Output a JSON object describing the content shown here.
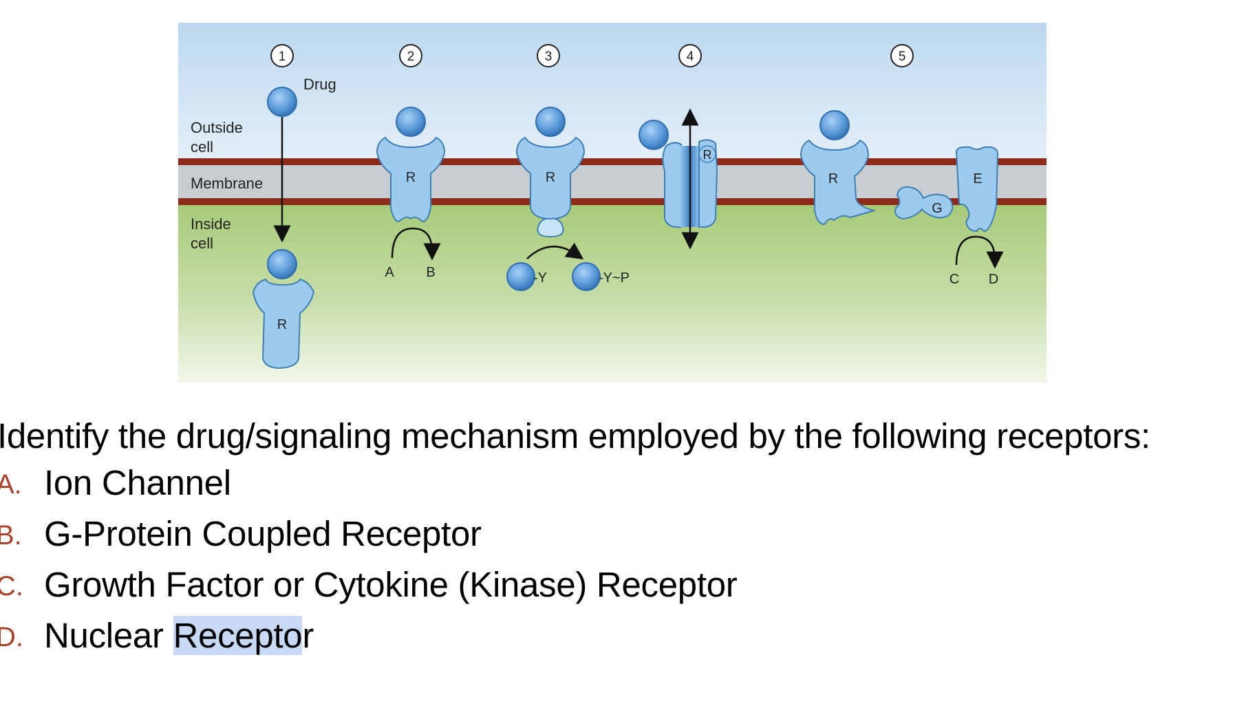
{
  "figure": {
    "step_numbers": [
      "1",
      "2",
      "3",
      "4",
      "5"
    ],
    "zone_labels": {
      "outside_line1": "Outside",
      "outside_line2": "cell",
      "membrane": "Membrane",
      "inside_line1": "Inside",
      "inside_line2": "cell"
    },
    "drug_label": "Drug",
    "receptor_label": "R",
    "effector_label": "E",
    "gprotein_label": "G",
    "substrate_a": "A",
    "substrate_b": "B",
    "substrate_c": "C",
    "substrate_d": "D",
    "tyrosine_label": "-Y",
    "phospho_label": "-Y~P",
    "colors": {
      "sky": "#bad6ef",
      "membrane_gray": "#c9ced3",
      "membrane_brown": "#8c2a1c",
      "cytoplasm_green": "#a9cc7b",
      "receptor_fill": "#9ccbef",
      "receptor_stroke": "#3f7fb4",
      "drug_fill": "#4f8ed2"
    }
  },
  "question": {
    "prompt": "Identify the drug/signaling mechanism employed by the following receptors:",
    "options": [
      {
        "letter": "A.",
        "text": "Ion Channel"
      },
      {
        "letter": "B.",
        "text": "G-Protein Coupled Receptor"
      },
      {
        "letter": "C.",
        "text": "Growth Factor or Cytokine (Kinase) Receptor"
      },
      {
        "letter": "D.",
        "text_before": "Nuclear ",
        "text_selected": "Recepto",
        "text_after": "r"
      }
    ]
  }
}
